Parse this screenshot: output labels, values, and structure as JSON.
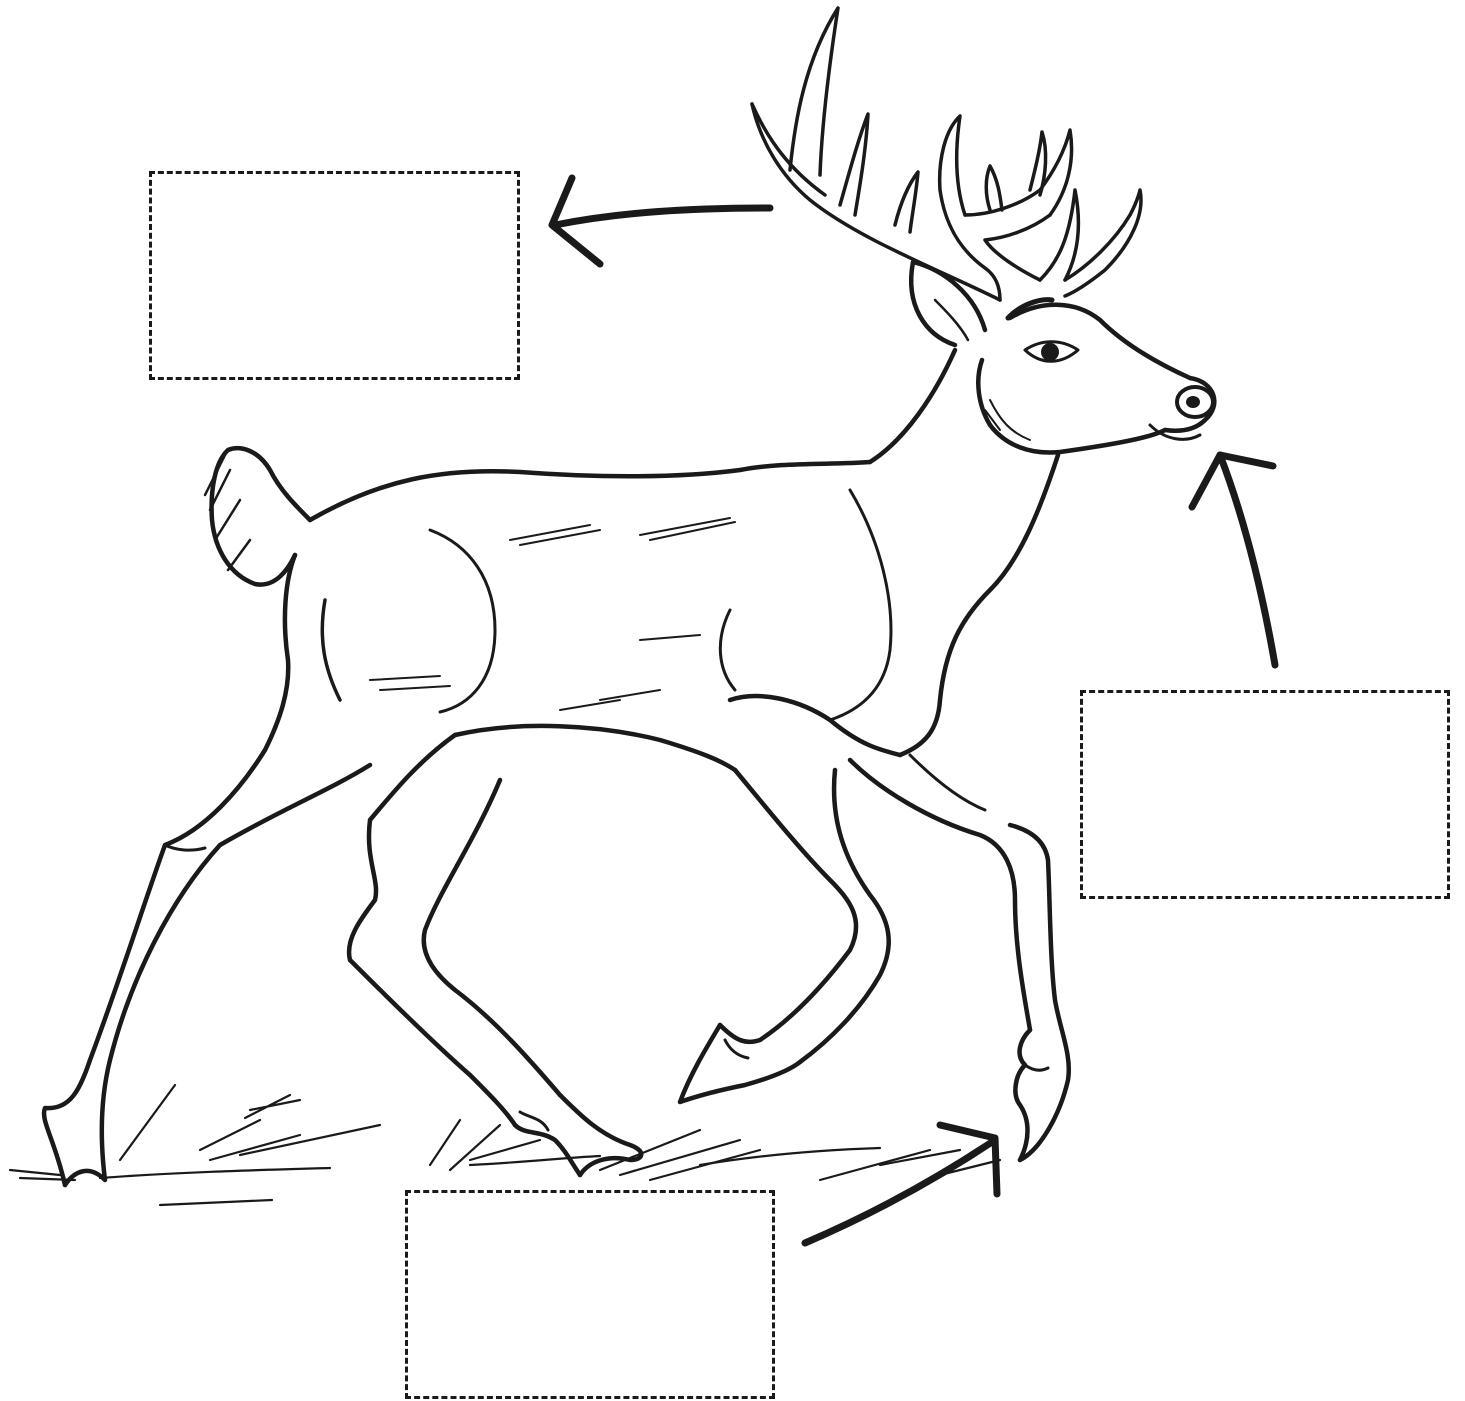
{
  "worksheet": {
    "labels": [
      {
        "id": "antlers",
        "text": ""
      },
      {
        "id": "nose",
        "text": ""
      },
      {
        "id": "hoof",
        "text": ""
      }
    ]
  },
  "colors": {
    "ink": "#1a1a1a",
    "paper": "#ffffff"
  },
  "icons": [
    "deer-illustration",
    "arrow-icon"
  ]
}
